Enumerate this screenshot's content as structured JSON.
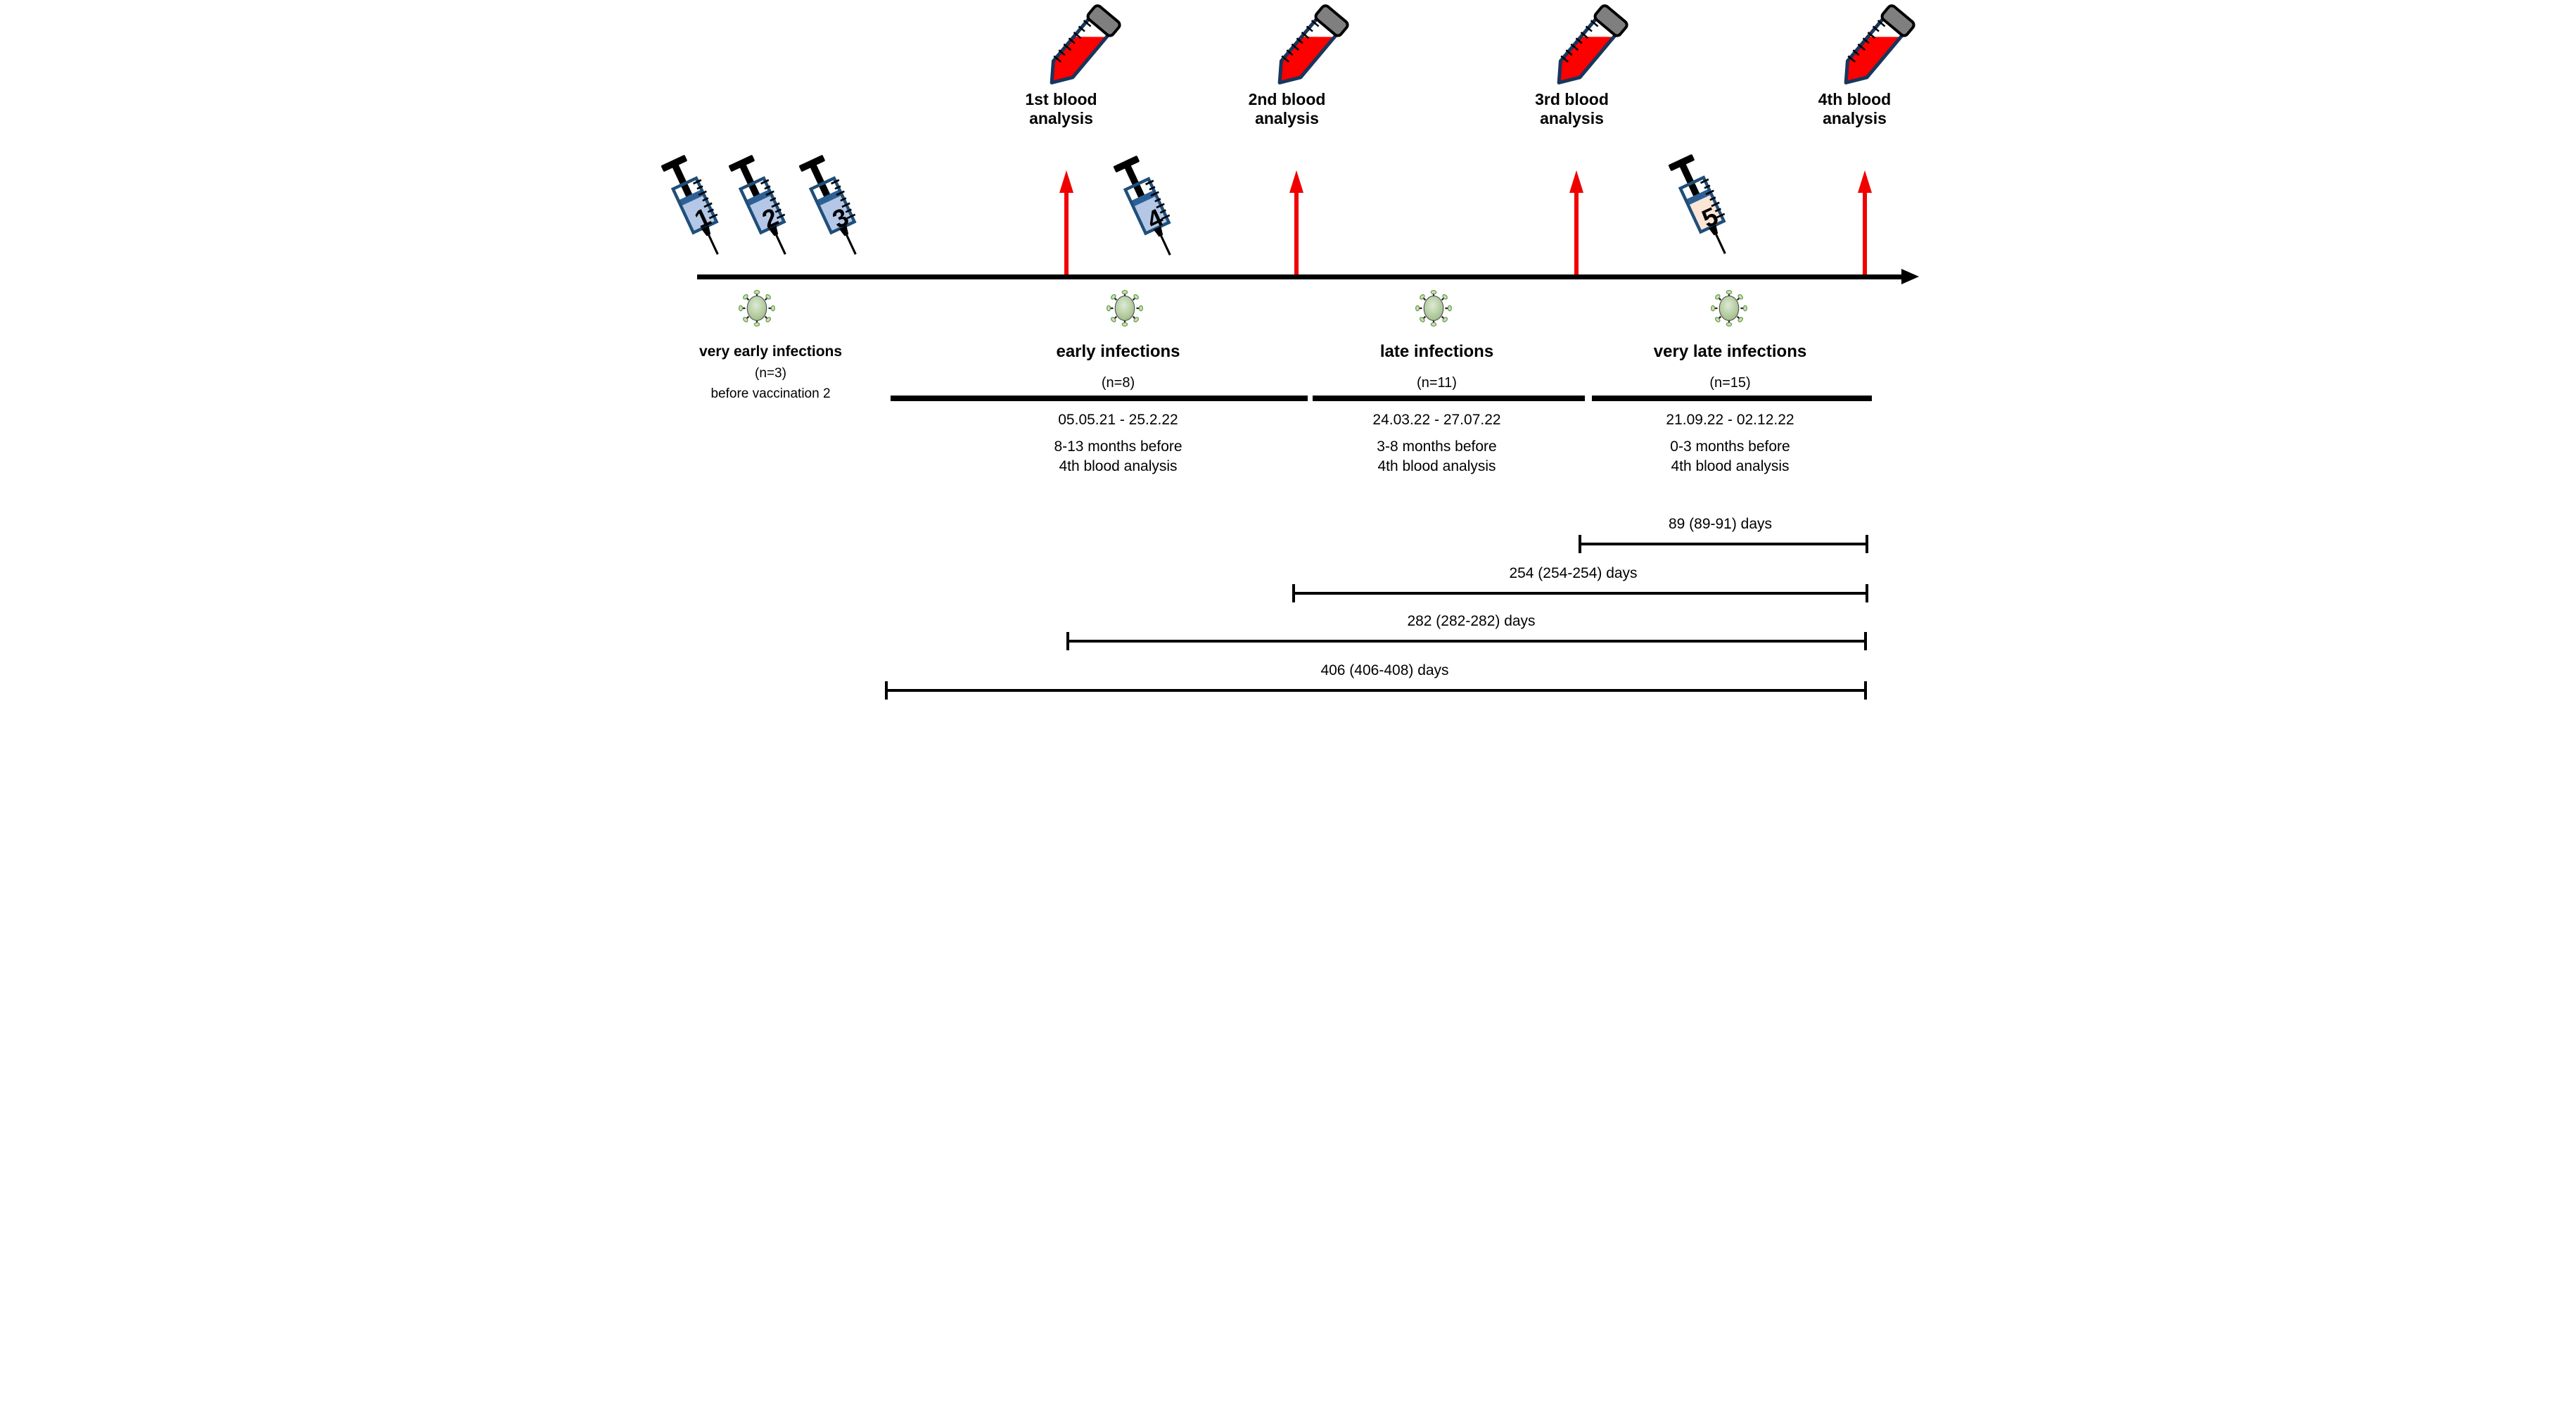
{
  "blood_analyses": [
    {
      "lines": [
        "1st blood",
        "analysis"
      ]
    },
    {
      "lines": [
        "2nd blood",
        "analysis"
      ]
    },
    {
      "lines": [
        "3rd blood",
        "analysis"
      ]
    },
    {
      "lines": [
        "4th blood",
        "analysis"
      ]
    }
  ],
  "vaccinations": [
    {
      "number": "1"
    },
    {
      "number": "2"
    },
    {
      "number": "3"
    },
    {
      "number": "4"
    },
    {
      "number": "5"
    }
  ],
  "infection_groups": [
    {
      "name": "very early infections",
      "n": "(n=3)",
      "note": "before vaccination 2"
    },
    {
      "name": "early infections",
      "n": "(n=8)",
      "date_range": "05.05.21 - 25.2.22",
      "timing_line1": "8-13 months before",
      "timing_line2": "4th blood analysis"
    },
    {
      "name": "late infections",
      "n": "(n=11)",
      "date_range": "24.03.22 - 27.07.22",
      "timing_line1": "3-8 months before",
      "timing_line2": "4th blood analysis"
    },
    {
      "name": "very late infections",
      "n": "(n=15)",
      "date_range": "21.09.22 - 02.12.22",
      "timing_line1": "0-3 months before",
      "timing_line2": "4th blood analysis"
    }
  ],
  "durations": [
    {
      "label": "89 (89-91) days"
    },
    {
      "label": "254 (254-254) days"
    },
    {
      "label": "282 (282-282) days"
    },
    {
      "label": "406 (406-408) days"
    }
  ],
  "colors": {
    "arrow-red": "#f10000",
    "tube-red": "#ff0000",
    "tube-outline": "#17365d",
    "cap-gray": "#7f7f7f",
    "syringe-outline": "#1f4e79",
    "syringe-band": "#2e6096",
    "syringe-body": "#b4c7e7",
    "syringe-late-body": "#fbe5d6",
    "virus-green": "#9ab77f",
    "timeline-black": "#000000"
  }
}
